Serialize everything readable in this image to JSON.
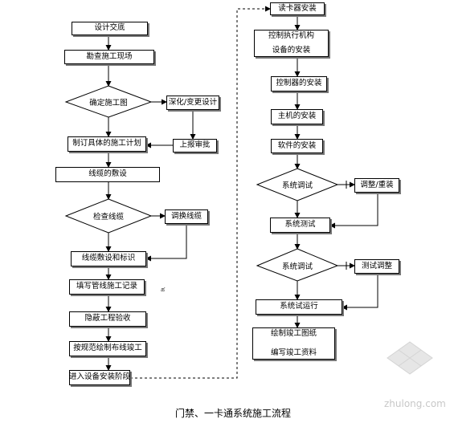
{
  "left_column": {
    "design_disclosure": "设计交底",
    "site_survey": "勘查施工现场",
    "confirm_drawings": "确定施工图",
    "deepen_design": "深化/变更设计",
    "report_approval": "上报审批",
    "detailed_plan": "制订具体的施工计划",
    "cable_laying": "线缆的敷设",
    "check_cables": "检查线缆",
    "replace_cables": "调换线缆",
    "laying_marking": "线缆敷设和标识",
    "fill_records": "填写管线施工记录",
    "concealed_acceptance": "隐蔽工程验收",
    "draw_as_built": "按规范绘制布线竣工",
    "enter_install": "进入设备安装阶段"
  },
  "right_column": {
    "reader_install": "读卡器安装",
    "actuator_line1": "控制执行机构",
    "actuator_line2": "设备的安装",
    "controller_install": "控制器的安装",
    "host_install": "主机的安装",
    "software_install": "软件的安装",
    "system_debug": "系统调试",
    "adjust_reinstall": "调整/重装",
    "system_test": "系统测试",
    "system_debug2": "系统调试",
    "test_adjust": "测试调整",
    "trial_run": "系统试运行",
    "drawing_line1": "绘制竣工图纸",
    "drawing_line2": "编写竣工资料"
  },
  "stray_mark": "ཚ",
  "caption": "门禁、一卡通系统施工流程",
  "watermark": "zhulong.com"
}
